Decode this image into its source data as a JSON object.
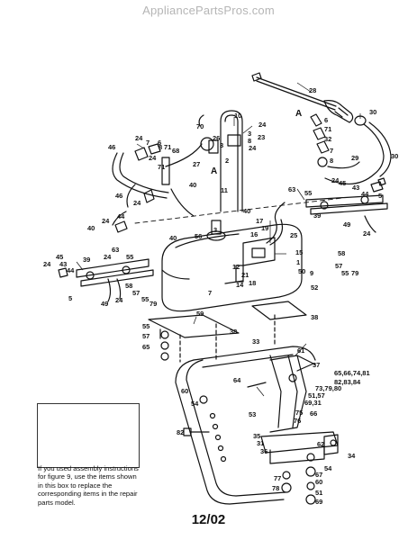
{
  "header": {
    "site": "AppliancePartsPros.com"
  },
  "footer": {
    "date_code": "12/02"
  },
  "inset": {
    "note": "If you used assembly instructions for figure 9, use the items shown in this box to replace the corresponding items in the repair parts model."
  },
  "labels": {
    "28": "28",
    "A": "A",
    "30": "30",
    "10": "10",
    "24": "24",
    "3": "3",
    "6": "6",
    "71": "71",
    "8": "8",
    "32": "32",
    "70": "70",
    "26": "26",
    "23": "23",
    "7": "7",
    "68": "68",
    "46": "46",
    "27": "27",
    "2": "2",
    "29": "29",
    "40": "40",
    "11": "11",
    "63": "63",
    "55": "55",
    "43": "43",
    "44": "44",
    "5": "5",
    "39": "39",
    "17": "17",
    "19": "19",
    "56": "56",
    "16": "16",
    "25": "25",
    "45": "45",
    "15": "15",
    "1": "1",
    "79": "79",
    "12": "12",
    "49": "49",
    "21": "21",
    "50": "50",
    "18": "18",
    "9": "9",
    "57": "57",
    "58": "58",
    "52": "52",
    "14": "14",
    "59": "59",
    "38": "38",
    "65": "65",
    "33": "33",
    "61": "61",
    "37": "37",
    "group_65_66_74_81": "65,66,74,81",
    "group_82_83_84": "82,83,84",
    "group_73_79_80": "73,79,80",
    "group_51_57": "51,57",
    "group_69_31": "69,31",
    "64": "64",
    "60": "60",
    "54": "54",
    "66": "66",
    "53": "53",
    "75": "75",
    "76": "76",
    "82": "82",
    "35": "35",
    "31": "31",
    "62": "62",
    "67": "67",
    "34": "34",
    "78": "78",
    "77": "77",
    "51": "51",
    "69": "69",
    "36": "36",
    "74": "74"
  }
}
